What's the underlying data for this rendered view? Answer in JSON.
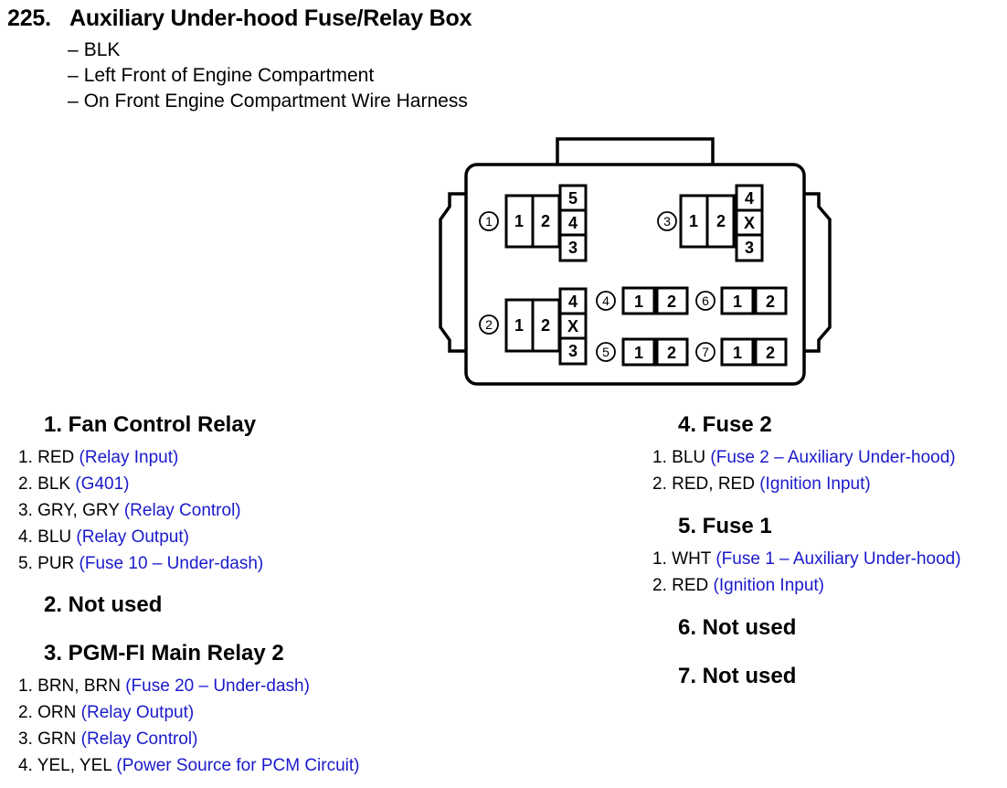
{
  "header": {
    "number": "225.",
    "title": "Auxiliary Under-hood Fuse/Relay Box",
    "details": [
      "BLK",
      "Left Front of Engine Compartment",
      "On Front Engine Compartment Wire Harness"
    ]
  },
  "diagram": {
    "relays": [
      {
        "id": "1",
        "pins": [
          "1",
          "2"
        ],
        "stack": [
          "5",
          "4",
          "3"
        ]
      },
      {
        "id": "2",
        "pins": [
          "1",
          "2"
        ],
        "stack": [
          "4",
          "X",
          "3"
        ]
      },
      {
        "id": "3",
        "pins": [
          "1",
          "2"
        ],
        "stack": [
          "4",
          "X",
          "3"
        ]
      }
    ],
    "fuses": [
      {
        "id": "4",
        "pins": [
          "1",
          "2"
        ]
      },
      {
        "id": "5",
        "pins": [
          "1",
          "2"
        ]
      },
      {
        "id": "6",
        "pins": [
          "1",
          "2"
        ]
      },
      {
        "id": "7",
        "pins": [
          "1",
          "2"
        ]
      }
    ]
  },
  "sections": {
    "s1": {
      "heading": "1. Fan Control Relay",
      "items": [
        {
          "n": "1.",
          "wire": "RED",
          "desc": "(Relay Input)"
        },
        {
          "n": "2.",
          "wire": "BLK",
          "desc": "(G401)"
        },
        {
          "n": "3.",
          "wire": "GRY, GRY",
          "desc": "(Relay Control)"
        },
        {
          "n": "4.",
          "wire": "BLU",
          "desc": "(Relay Output)"
        },
        {
          "n": "5.",
          "wire": "PUR",
          "desc": "(Fuse 10 – Under-dash)"
        }
      ]
    },
    "s2": {
      "heading": "2. Not used"
    },
    "s3": {
      "heading": "3. PGM-FI Main Relay 2",
      "items": [
        {
          "n": "1.",
          "wire": "BRN, BRN",
          "desc": "(Fuse 20 – Under-dash)"
        },
        {
          "n": "2.",
          "wire": "ORN",
          "desc": "(Relay Output)"
        },
        {
          "n": "3.",
          "wire": "GRN",
          "desc": "(Relay Control)"
        },
        {
          "n": "4.",
          "wire": "YEL, YEL",
          "desc": "(Power Source for PCM Circuit)"
        }
      ]
    },
    "s4": {
      "heading": "4. Fuse 2",
      "items": [
        {
          "n": "1.",
          "wire": "BLU",
          "desc": "(Fuse 2 – Auxiliary Under-hood)"
        },
        {
          "n": "2.",
          "wire": "RED, RED",
          "desc": "(Ignition Input)"
        }
      ]
    },
    "s5": {
      "heading": "5. Fuse 1",
      "items": [
        {
          "n": "1.",
          "wire": "WHT",
          "desc": "(Fuse 1 – Auxiliary Under-hood)"
        },
        {
          "n": "2.",
          "wire": "RED",
          "desc": "(Ignition Input)"
        }
      ]
    },
    "s6": {
      "heading": "6. Not used"
    },
    "s7": {
      "heading": "7. Not used"
    }
  }
}
